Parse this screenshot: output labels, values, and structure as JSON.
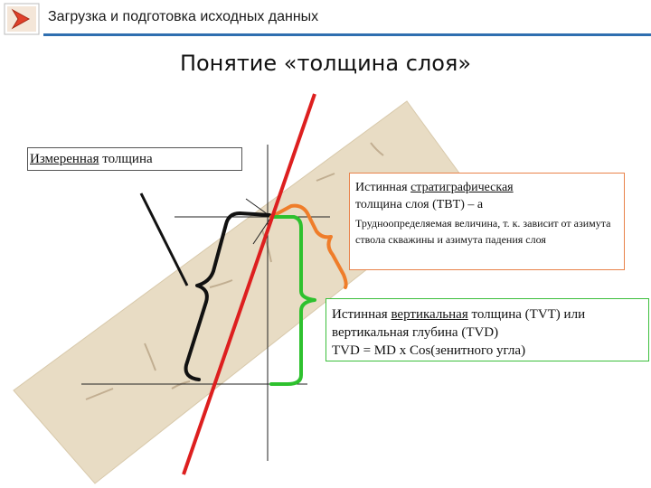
{
  "header": {
    "title": "Загрузка и подготовка исходных данных",
    "logo_icon": "arrow-logo-icon",
    "accent_color": "#2f6fb0",
    "logo_color": "#e0412b"
  },
  "slide": {
    "title": "Понятие «толщина слоя»"
  },
  "boxes": {
    "measured": {
      "underlined": "Измеренная",
      "rest": " толщина"
    },
    "tbt": {
      "line1_prefix": "Истинная ",
      "line1_underlined": "стратиграфическая",
      "line2": "толщина слоя (TBT) – а",
      "note": "Трудноопределяемая величина, т. к. зависит от азимута ствола скважины и азимута падения слоя",
      "border_color": "#e9834a"
    },
    "tvt": {
      "line1_prefix": "Истинная ",
      "line1_underlined": "вертикальная",
      "line1_suffix": " толщина (TVT) или",
      "line2": "вертикальная глубина (TVD)",
      "line3": "TVD = MD x Cos(зенитного угла)",
      "border_color": "#3cbf3c"
    }
  },
  "diagram": {
    "layer_color": "#e8dcc4",
    "borehole_color": "#dd1f1f",
    "measured_bracket_color": "#111111",
    "tbt_bracket_color": "#ef7d2a",
    "tvt_bracket_color": "#2ec12e"
  }
}
